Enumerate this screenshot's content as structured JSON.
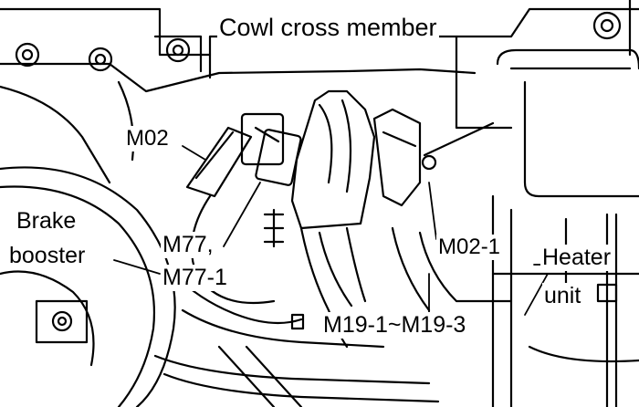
{
  "labels": {
    "cowl_cross_member": "Cowl cross member",
    "m02": "M02",
    "brake_booster_line1": "Brake",
    "brake_booster_line2": "booster",
    "m77_line1": "M77,",
    "m77_line2": "M77-1",
    "m02_1": "M02-1",
    "heater_unit_line1": "Heater",
    "heater_unit_line2": "unit",
    "m19": "M19-1~M19-3"
  },
  "colors": {
    "ink": "#000000",
    "paper": "#ffffff"
  }
}
